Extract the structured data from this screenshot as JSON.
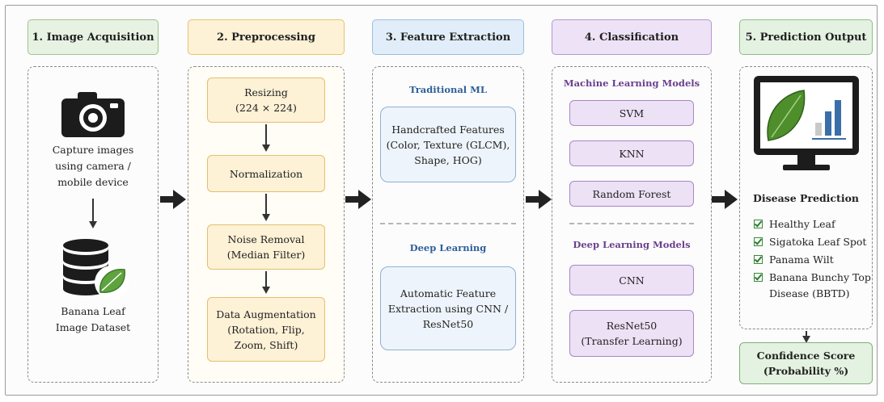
{
  "stages": [
    {
      "title": "1. Image Acquisition",
      "capture_text": [
        "Capture images",
        "using camera /",
        "mobile device"
      ],
      "dataset_text": [
        "Banana Leaf",
        "Image Dataset"
      ]
    },
    {
      "title": "2. Preprocessing",
      "steps": [
        [
          "Resizing",
          "(224 × 224)"
        ],
        [
          "Normalization"
        ],
        [
          "Noise Removal",
          "(Median Filter)"
        ],
        [
          "Data Augmentation",
          "(Rotation, Flip,",
          "Zoom, Shift)"
        ]
      ]
    },
    {
      "title": "3. Feature Extraction",
      "traditional": {
        "heading": "Traditional ML",
        "box": [
          "Handcrafted Features",
          "(Color, Texture (GLCM),",
          "Shape, HOG)"
        ]
      },
      "deep": {
        "heading": "Deep Learning",
        "box": [
          "Automatic Feature",
          "Extraction using CNN /",
          "ResNet50"
        ]
      }
    },
    {
      "title": "4. Classification",
      "ml_heading": "Machine Learning Models",
      "ml_models": [
        "SVM",
        "KNN",
        "Random Forest"
      ],
      "dl_heading": "Deep Learning Models",
      "dl_models": [
        [
          "CNN"
        ],
        [
          "ResNet50",
          "(Transfer Learning)"
        ]
      ]
    },
    {
      "title": "5. Prediction Output",
      "prediction_heading": "Disease Prediction",
      "classes": [
        [
          "Healthy Leaf"
        ],
        [
          "Sigatoka Leaf Spot"
        ],
        [
          "Panama Wilt"
        ],
        [
          "Banana Bunchy Top",
          "Disease (BBTD)"
        ]
      ],
      "confidence": [
        "Confidence Score",
        "(Probability %)"
      ]
    }
  ],
  "colors": {
    "acq": {
      "header_bg": "#e8f2e3",
      "header_border": "#9cc48f"
    },
    "pre": {
      "header_bg": "#fdf1d6",
      "header_border": "#e6c471",
      "box_bg": "#fdf1d6",
      "box_border": "#e3c06e",
      "panel_bg": "#fffdf6"
    },
    "feat": {
      "header_bg": "#e1edf8",
      "header_border": "#9dbfdf",
      "box_bg": "#eef4fb",
      "box_border": "#8fb1d2",
      "heading": "#2f5f9a"
    },
    "cls": {
      "header_bg": "#eee3f6",
      "header_border": "#b596cf",
      "box_bg": "#ede1f6",
      "box_border": "#a887c4",
      "heading": "#6b3f8f"
    },
    "out": {
      "header_bg": "#e4f2e1",
      "header_border": "#8fbf87",
      "box_bg": "#e4f2e1",
      "box_border": "#7fb077"
    }
  },
  "icons": [
    "camera-icon",
    "database-icon",
    "leaf-icon",
    "monitor-icon",
    "bar-chart-icon",
    "checkbox-icon",
    "arrow-right-icon",
    "arrow-down-icon"
  ]
}
